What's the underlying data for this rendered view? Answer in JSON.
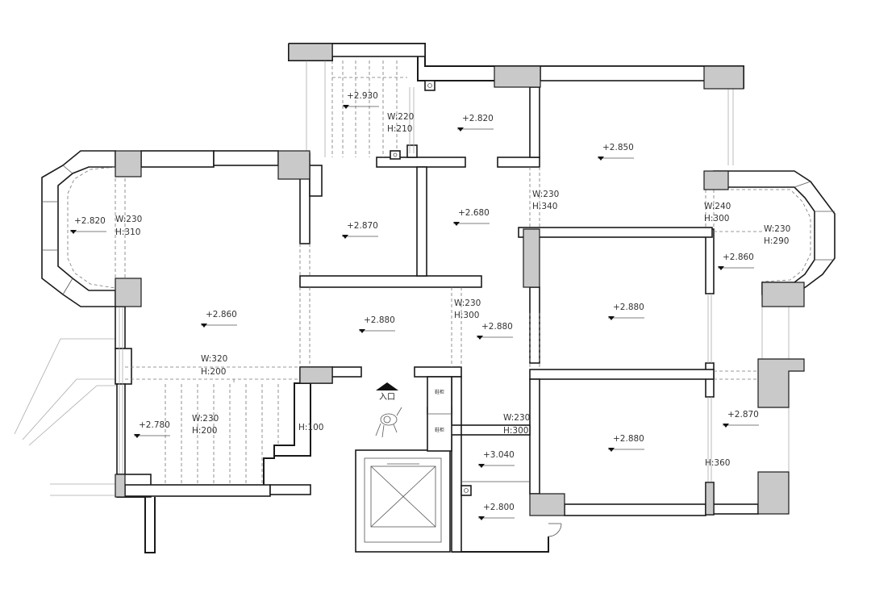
{
  "levels": [
    {
      "id": "stair-top",
      "text": "+2.930"
    },
    {
      "id": "north-small",
      "text": "+2.820"
    },
    {
      "id": "north-right",
      "text": "+2.850"
    },
    {
      "id": "west-bay",
      "text": "+2.820"
    },
    {
      "id": "center-small",
      "text": "+2.870"
    },
    {
      "id": "center-mid",
      "text": "+2.680"
    },
    {
      "id": "east-bay",
      "text": "+2.860"
    },
    {
      "id": "living",
      "text": "+2.860"
    },
    {
      "id": "hall",
      "text": "+2.880"
    },
    {
      "id": "corridor",
      "text": "+2.880"
    },
    {
      "id": "bedroom-a",
      "text": "+2.880"
    },
    {
      "id": "bedroom-b",
      "text": "+2.880"
    },
    {
      "id": "southwest",
      "text": "+2.780"
    },
    {
      "id": "east-balcony",
      "text": "+2.870"
    },
    {
      "id": "bath-upper",
      "text": "+3.040"
    },
    {
      "id": "bath-lower",
      "text": "+2.800"
    }
  ],
  "openings": [
    {
      "id": "stair-top",
      "w": "W:220",
      "h": "H:210"
    },
    {
      "id": "west-bay",
      "w": "W:230",
      "h": "H:310"
    },
    {
      "id": "north-right",
      "w": "W:230",
      "h": "H:340"
    },
    {
      "id": "east-bay-a",
      "w": "W:240",
      "h": "H:300"
    },
    {
      "id": "east-bay-b",
      "w": "W:230",
      "h": "H:290"
    },
    {
      "id": "corridor",
      "w": "W:230",
      "h": "H:300"
    },
    {
      "id": "living",
      "w": "W:320",
      "h": "H:200"
    },
    {
      "id": "southwest",
      "w": "W:230",
      "h": "H:200"
    },
    {
      "id": "bath",
      "w": "W:230",
      "h": "H:300"
    }
  ],
  "single_labels": {
    "stair_h": "H:100",
    "east_h": "H:360"
  },
  "entrance": {
    "text": "入口",
    "cabinet_top": "鞋柜",
    "cabinet_bottom": "鞋柜"
  }
}
